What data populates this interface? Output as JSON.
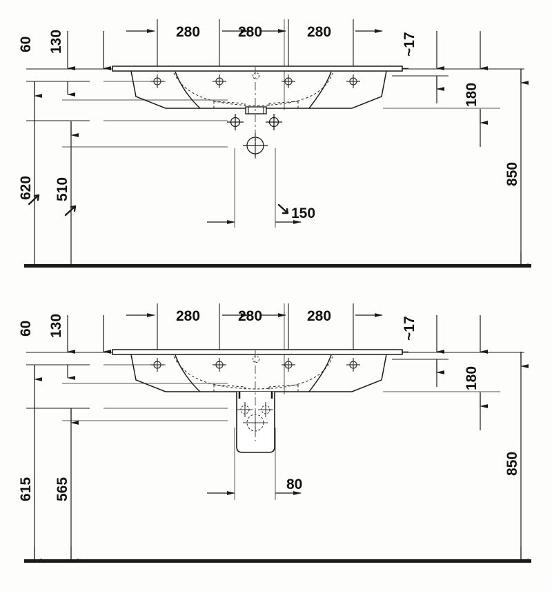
{
  "drawing": {
    "title": "Washbasin dimensional drawing",
    "units": "mm",
    "line_color": "#1a1a1a",
    "thin_line_color": "#555555",
    "background": "#fdfdfb"
  },
  "views": [
    {
      "id": "view-top",
      "name": "front-elevation-with-open-waste",
      "tap_hole_spacing": [
        {
          "label": "280"
        },
        {
          "label": "280"
        },
        {
          "label": "280"
        }
      ],
      "left_dimensions": [
        {
          "label": "60"
        },
        {
          "label": "130"
        },
        {
          "label": "620"
        },
        {
          "label": "510"
        }
      ],
      "right_dimensions": [
        {
          "label": "~17"
        },
        {
          "label": "180"
        },
        {
          "label": "850"
        }
      ],
      "inner_dimensions": [
        {
          "label": "150"
        }
      ]
    },
    {
      "id": "view-bottom",
      "name": "front-elevation-with-siphon-cover",
      "tap_hole_spacing": [
        {
          "label": "280"
        },
        {
          "label": "280"
        },
        {
          "label": "280"
        }
      ],
      "left_dimensions": [
        {
          "label": "60"
        },
        {
          "label": "130"
        },
        {
          "label": "615"
        },
        {
          "label": "565"
        }
      ],
      "right_dimensions": [
        {
          "label": "~17"
        },
        {
          "label": "180"
        },
        {
          "label": "850"
        }
      ],
      "inner_dimensions": [
        {
          "label": "80"
        }
      ]
    }
  ]
}
